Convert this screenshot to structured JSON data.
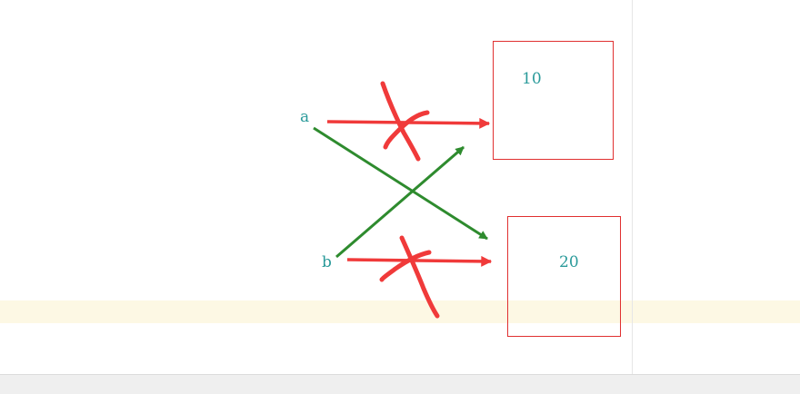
{
  "colors": {
    "label": "#2a9a9a",
    "box_border": "#e03030",
    "red_mark": "#f03a3a",
    "green_arrow": "#2e8b2e",
    "highlight": "#fdf8e4"
  },
  "variables": [
    {
      "name": "a"
    },
    {
      "name": "b"
    }
  ],
  "boxes": [
    {
      "value": "10"
    },
    {
      "value": "20"
    }
  ],
  "arrows": [
    {
      "from": "a",
      "to": "10",
      "style": "red",
      "crossed_out": true
    },
    {
      "from": "b",
      "to": "20",
      "style": "red",
      "crossed_out": true
    },
    {
      "from": "a",
      "to": "20",
      "style": "green",
      "crossed_out": false
    },
    {
      "from": "b",
      "to": "10",
      "style": "green",
      "crossed_out": false
    }
  ]
}
